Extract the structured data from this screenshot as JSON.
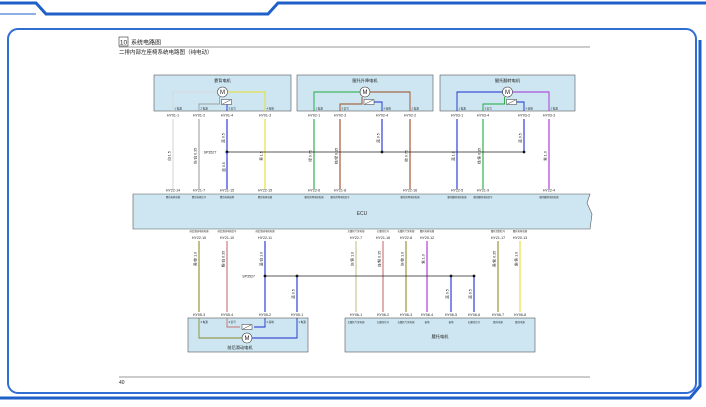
{
  "header": {
    "section_number": "10",
    "section_title": "系统电路图",
    "diagram_title": "二排内部左座椅系统电路图（纯电动）"
  },
  "page_number": "40",
  "ecu_label": "ECU",
  "splices": {
    "upper": "SP3527",
    "lower": "SP3527"
  },
  "colors": {
    "frame": "#2f6fd4",
    "box_fill": "#cde6f2",
    "white": "#d8d8d8",
    "grey": "#a0a0a0",
    "yellow": "#e6dd2a",
    "blue": "#1c2fd0",
    "green": "#1ea93a",
    "brown": "#9b4a1e",
    "purple": "#a52fd0",
    "olive": "#8b8b2a",
    "tan": "#c2c28a",
    "pink": "#c87070",
    "black": "#222222"
  },
  "top_motors": [
    {
      "title": "靠背电机",
      "pin_labels": [
        "1 电源",
        "2 电源",
        "3 信号",
        "4 接地"
      ],
      "connectors": [
        "HY01-1",
        "HY01-2",
        "HY01-4",
        "HY01-3"
      ],
      "wires": [
        {
          "color": "white",
          "label": "白 1.5",
          "ecu_pin": "HY22-14",
          "ecu_func": "靠背电机电源"
        },
        {
          "color": "grey",
          "label": "灰/白 0.35",
          "ecu_pin": "HY21-7",
          "ecu_func": "靠背电机信号"
        },
        {
          "color": "blue",
          "label": "蓝 0.5",
          "ecu_pin": "HY21-15",
          "ecu_func": "靠背电机接地"
        },
        {
          "color": "yellow",
          "label": "黄 1.5",
          "ecu_pin": "HY22-15",
          "ecu_func": "靠背电机电源"
        }
      ]
    },
    {
      "title": "腿托升降电机",
      "pin_labels": [
        "1 电源",
        "3 信号",
        "4 接地",
        "2 电源"
      ],
      "connectors": [
        "HY02-1",
        "HY02-3",
        "HY02-4",
        "HY02-2"
      ],
      "wires": [
        {
          "color": "green",
          "label": "绿 0.75",
          "ecu_pin": "HY22-6",
          "ecu_func": "腿托升降电机电源"
        },
        {
          "color": "brown",
          "label": "棕/绿 0.35",
          "ecu_pin": "HY21-8",
          "ecu_func": "腿托升降电机信号"
        },
        {
          "color": "blue",
          "label": "蓝 0.5",
          "ecu_pin": "",
          "ecu_func": ""
        },
        {
          "color": "brown",
          "label": "棕 0.75",
          "ecu_pin": "HY22-16",
          "ecu_func": "腿托升降电机电源"
        }
      ]
    },
    {
      "title": "腿托翻转电机",
      "pin_labels": [
        "1 电源",
        "3 信号",
        "4 接地",
        "2 电源"
      ],
      "connectors": [
        "HY03-1",
        "HY03-4",
        "HY03-2",
        "HY03-3"
      ],
      "wires": [
        {
          "color": "blue",
          "label": "蓝 1.0",
          "ecu_pin": "HY22-5",
          "ecu_func": "腿托翻转电机电源"
        },
        {
          "color": "green",
          "label": "绿/黄 0.35",
          "ecu_pin": "HY21-9",
          "ecu_func": "腿托翻转电机信号"
        },
        {
          "color": "blue",
          "label": "蓝 0.5",
          "ecu_pin": "",
          "ecu_func": ""
        },
        {
          "color": "purple",
          "label": "紫 1.0",
          "ecu_pin": "HY22-4",
          "ecu_func": "腿托翻转电机电源"
        }
      ]
    }
  ],
  "bottom_left": {
    "title": "前后滑动电机",
    "ecu_funcs": [
      "前后滑动电机电源",
      "前后滑动电机信号",
      "前后滑动电机电源"
    ],
    "ecu_pins": [
      "HY22-10",
      "HY21-10",
      "HY22-11"
    ],
    "wire_labels": [
      "黄/棕 1.0",
      "粉/白 0.35",
      "蓝/白 1.0",
      "蓝 0.5"
    ],
    "connectors": [
      "HY05-3",
      "HY05-4",
      "HY05-2",
      "HY05-1"
    ],
    "pin_labels": [
      "3 电源",
      "4 信号",
      "2 接地",
      "1 电源"
    ]
  },
  "bottom_right": {
    "title": "腰托电机",
    "ecu_funcs": [
      "左腰托气泵电源",
      "左腰托信号",
      "右腰托气泵电源",
      "腰托电机电源",
      "腰托控制信号",
      "腰托电机电源"
    ],
    "ecu_pins": [
      "HY22-7",
      "HY21-16",
      "HY22-8",
      "HY20-12",
      "HY21-17",
      "HY20-13"
    ],
    "wire_labels": [
      "灰/黄 1.0",
      "白/粉 0.35",
      "灰/棕 1.0",
      "紫 1.0",
      "黄/紫 0.35",
      "紫/黄 1.0",
      "蓝 0.5",
      "蓝 0.5"
    ],
    "connectors": [
      "HY06-1",
      "HY06-2",
      "HY06-3",
      "HY06-4",
      "HY06-5",
      "HY06-6",
      "HY06-7",
      "HY06-8"
    ],
    "pin_labels": [
      "左腰托气泵电源",
      "左腰托信号",
      "右腰托气泵电源",
      "接地",
      "接地",
      "右腰托信号",
      "腰托电源",
      "腰托电源"
    ]
  }
}
